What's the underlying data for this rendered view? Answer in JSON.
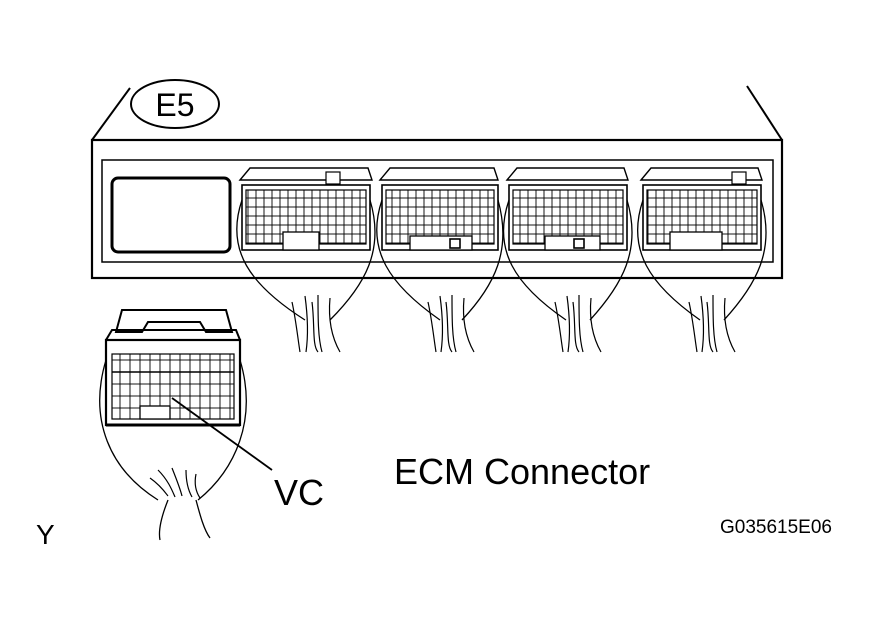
{
  "connector_id": "E5",
  "pin_label": "VC",
  "caption": "ECM Connector",
  "corner_letter": "Y",
  "figure_code": "G035615E06",
  "colors": {
    "line": "#000000",
    "background": "#ffffff"
  }
}
